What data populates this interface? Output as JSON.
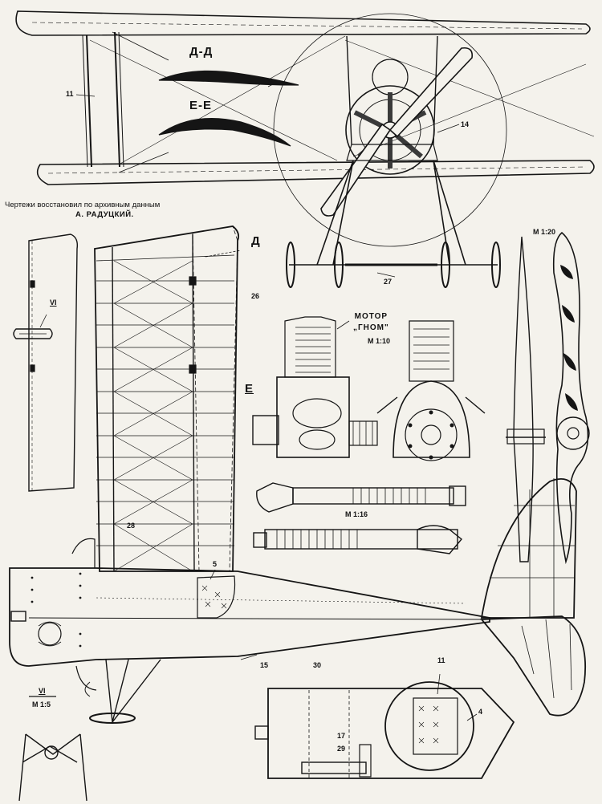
{
  "credit": {
    "line1": "Чертежи восстановил по архивным данным",
    "line2": "А. РАДУЦКИЙ."
  },
  "sections": {
    "dd": "Д-Д",
    "ee": "Е-Е",
    "d": "Д",
    "e": "Е"
  },
  "engine": {
    "title_line1": "МОТОР",
    "title_line2": "„ГНОМ\"",
    "scale": "М 1:10"
  },
  "scales": {
    "propeller": "М 1:20",
    "gun": "М 1:16",
    "detail_vi": "VI",
    "detail_vi_scale": "М 1:5",
    "detail_vi_mark": "VI"
  },
  "callouts": {
    "c11a": "11",
    "c14": "14",
    "c26": "26",
    "c27": "27",
    "c28": "28",
    "c5": "5",
    "c15": "15",
    "c30": "30",
    "c11b": "11",
    "c4": "4",
    "c17": "17",
    "c29": "29"
  },
  "colors": {
    "ink": "#151515",
    "paper": "#f4f2ec",
    "shade": "#9a9a9a"
  }
}
